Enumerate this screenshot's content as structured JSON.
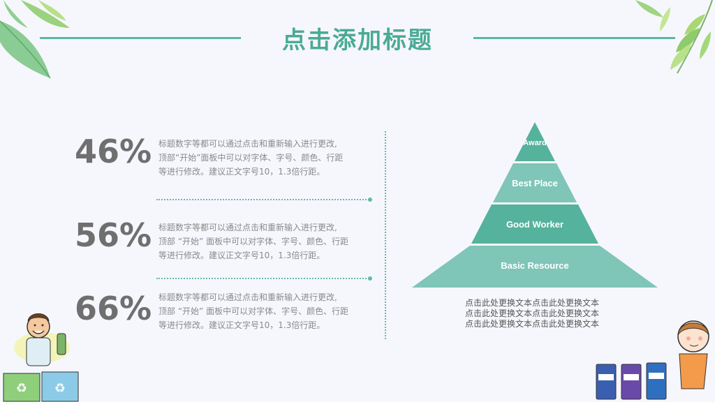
{
  "title": "点击添加标题",
  "stats": [
    {
      "value": "46%",
      "lines": [
        "标题数字等都可以通过点击和重新输入进行更改,",
        "顶部“开始”面板中可以对字体、字号、颜色、行距",
        "等进行修改。建议正文字号10，1.3倍行距。"
      ]
    },
    {
      "value": "56%",
      "lines": [
        "标题数字等都可以通过点击和重新输入进行更改,",
        "顶部 “开始” 面板中可以对字体、字号、颜色、行距",
        "等进行修改。建议正文字号10，1.3倍行距。"
      ]
    },
    {
      "value": "66%",
      "lines": [
        "标题数字等都可以通过点击和重新输入进行更改,",
        "顶部 “开始” 面板中可以对字体、字号、颜色、行距",
        "等进行修改。建议正文字号10，1.3倍行距。"
      ]
    }
  ],
  "pyramid": [
    "Award",
    "Best Place",
    "Good Worker",
    "Basic Resource"
  ],
  "caption": [
    "点击此处更换文本点击此处更换文本",
    "点击此处更换文本点击此处更换文本",
    "点击此处更换文本点击此处更换文本"
  ],
  "colors": {
    "accent": "#4aab95",
    "tier_dark": "#55b29d",
    "tier_light": "#7fc5b8"
  },
  "icons": [
    "leaf-icon",
    "man-recycling-icon",
    "girl-recycling-bins-icon"
  ]
}
